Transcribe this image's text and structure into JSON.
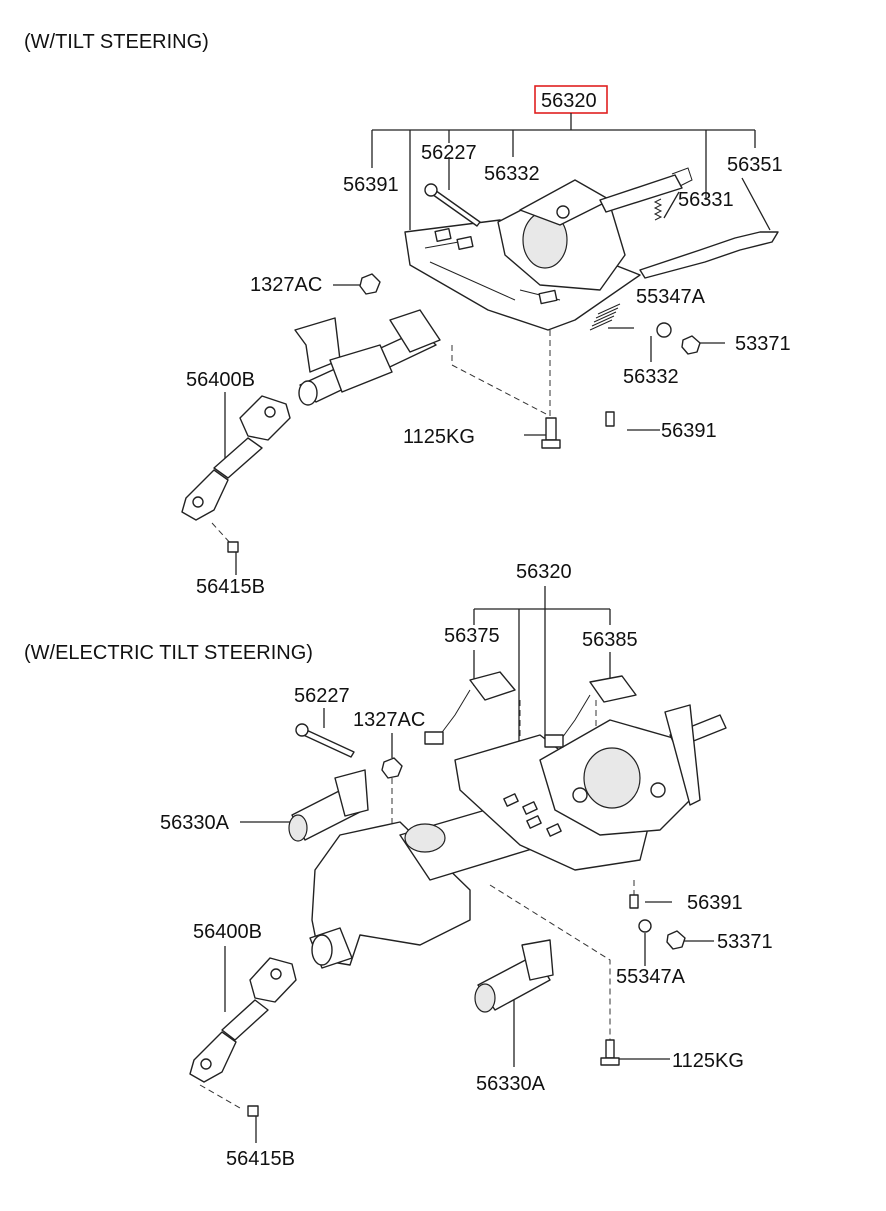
{
  "sections": {
    "tilt": {
      "title": "(W/TILT STEERING)",
      "labels": {
        "assy": "56320",
        "p56391a": "56391",
        "p56227": "56227",
        "p56332a": "56332",
        "p56351": "56351",
        "p56331": "56331",
        "p1327ac": "1327AC",
        "p55347a": "55347A",
        "p53371": "53371",
        "p56332b": "56332",
        "p56400b": "56400B",
        "p1125kg": "1125KG",
        "p56391b": "56391",
        "p56415b": "56415B"
      }
    },
    "electric": {
      "title": "(W/ELECTRIC TILT STEERING)",
      "labels": {
        "assy": "56320",
        "p56375": "56375",
        "p56385": "56385",
        "p56227": "56227",
        "p1327ac": "1327AC",
        "p56330a_1": "56330A",
        "p56400b": "56400B",
        "p56391": "56391",
        "p53371": "53371",
        "p55347a": "55347A",
        "p1125kg": "1125KG",
        "p56330a_2": "56330A",
        "p56415b": "56415B"
      }
    }
  },
  "highlight": {
    "part": "56320",
    "color": "#e02020"
  }
}
